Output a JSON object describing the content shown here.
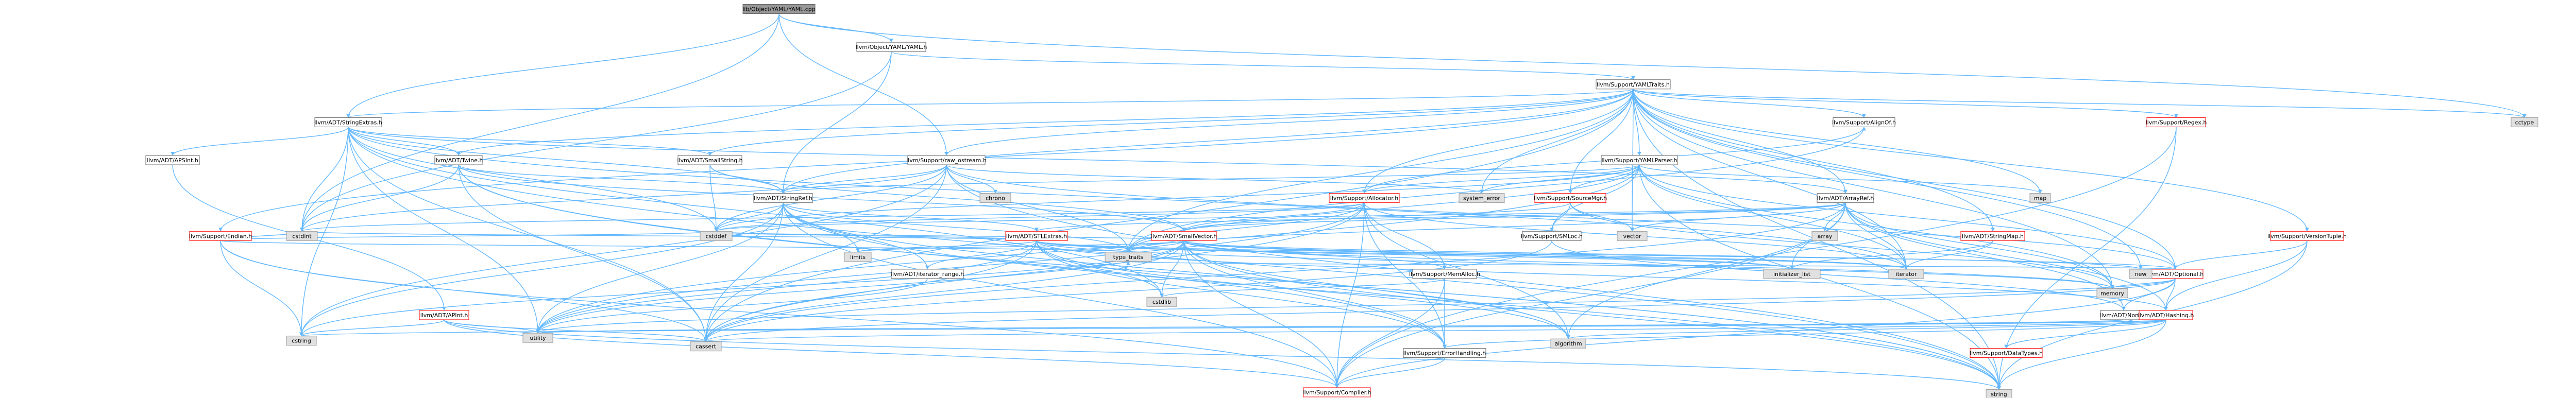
{
  "graph": {
    "title": "",
    "root": "lib/Object/YAML/YAML.cpp",
    "colors": {
      "root_fill": "#999999",
      "root_border": "#666666",
      "node_fill": "#ffffff",
      "node_border": "#666666",
      "red_border": "#ff0000",
      "external_fill": "#e0e0e0",
      "external_border": "#999999",
      "edge": "#63B8FF"
    },
    "nodes": [
      {
        "id": "yaml_cpp",
        "label": "lib/Object/YAML/YAML.cpp",
        "style": "root"
      },
      {
        "id": "object_yaml",
        "label": "llvm/Object/YAML/YAML.h",
        "style": "normal"
      },
      {
        "id": "yamltraits",
        "label": "llvm/Support/YAMLTraits.h",
        "style": "normal"
      },
      {
        "id": "stringextras",
        "label": "llvm/ADT/StringExtras.h",
        "style": "normal"
      },
      {
        "id": "apsint",
        "label": "llvm/ADT/APSInt.h",
        "style": "normal"
      },
      {
        "id": "twine",
        "label": "llvm/ADT/Twine.h",
        "style": "normal"
      },
      {
        "id": "smallstring",
        "label": "llvm/ADT/SmallString.h",
        "style": "normal"
      },
      {
        "id": "raw_ostream",
        "label": "llvm/Support/raw_ostream.h",
        "style": "normal"
      },
      {
        "id": "stringref",
        "label": "llvm/ADT/StringRef.h",
        "style": "normal"
      },
      {
        "id": "endian",
        "label": "llvm/Support/Endian.h",
        "style": "red"
      },
      {
        "id": "apint",
        "label": "llvm/ADT/APInt.h",
        "style": "red"
      },
      {
        "id": "stlextras",
        "label": "llvm/ADT/STLExtras.h",
        "style": "red"
      },
      {
        "id": "allocator",
        "label": "llvm/Support/Allocator.h",
        "style": "red"
      },
      {
        "id": "smallvector",
        "label": "llvm/ADT/SmallVector.h",
        "style": "red"
      },
      {
        "id": "iterator_range",
        "label": "llvm/ADT/iterator_range.h",
        "style": "normal"
      },
      {
        "id": "memalloc",
        "label": "llvm/Support/MemAlloc.h",
        "style": "normal"
      },
      {
        "id": "sourcemgr",
        "label": "llvm/Support/SourceMgr.h",
        "style": "red"
      },
      {
        "id": "smloc",
        "label": "llvm/Support/SMLoc.h",
        "style": "normal"
      },
      {
        "id": "yamlparser",
        "label": "llvm/Support/YAMLParser.h",
        "style": "normal"
      },
      {
        "id": "arrayref",
        "label": "llvm/ADT/ArrayRef.h",
        "style": "normal"
      },
      {
        "id": "stringmap",
        "label": "llvm/ADT/StringMap.h",
        "style": "red"
      },
      {
        "id": "alignof",
        "label": "llvm/Support/AlignOf.h",
        "style": "normal"
      },
      {
        "id": "optional",
        "label": "llvm/ADT/Optional.h",
        "style": "red"
      },
      {
        "id": "none",
        "label": "llvm/ADT/None.h",
        "style": "normal"
      },
      {
        "id": "hashing",
        "label": "llvm/ADT/Hashing.h",
        "style": "red"
      },
      {
        "id": "errorhandling",
        "label": "llvm/Support/ErrorHandling.h",
        "style": "normal"
      },
      {
        "id": "datatypes",
        "label": "llvm/Support/DataTypes.h",
        "style": "red"
      },
      {
        "id": "compiler",
        "label": "llvm/Support/Compiler.h",
        "style": "red"
      },
      {
        "id": "versiontuple",
        "label": "llvm/Support/VersionTuple.h",
        "style": "red"
      },
      {
        "id": "regex",
        "label": "llvm/Support/Regex.h",
        "style": "red"
      },
      {
        "id": "cctype",
        "label": "cctype",
        "style": "external"
      },
      {
        "id": "chrono",
        "label": "chrono",
        "style": "external"
      },
      {
        "id": "system_error",
        "label": "system_error",
        "style": "external"
      },
      {
        "id": "map",
        "label": "map",
        "style": "external"
      },
      {
        "id": "vector",
        "label": "vector",
        "style": "external"
      },
      {
        "id": "array",
        "label": "array",
        "style": "external"
      },
      {
        "id": "cstdint",
        "label": "cstdint",
        "style": "external"
      },
      {
        "id": "cstddef",
        "label": "cstddef",
        "style": "external"
      },
      {
        "id": "limits",
        "label": "limits",
        "style": "external"
      },
      {
        "id": "type_traits",
        "label": "type_traits",
        "style": "external"
      },
      {
        "id": "initializer_list",
        "label": "initializer_list",
        "style": "external"
      },
      {
        "id": "iterator",
        "label": "iterator",
        "style": "external"
      },
      {
        "id": "memory",
        "label": "memory",
        "style": "external"
      },
      {
        "id": "new",
        "label": "new",
        "style": "external"
      },
      {
        "id": "cstdlib",
        "label": "cstdlib",
        "style": "external"
      },
      {
        "id": "cstring",
        "label": "cstring",
        "style": "external"
      },
      {
        "id": "utility",
        "label": "utility",
        "style": "external"
      },
      {
        "id": "cassert",
        "label": "cassert",
        "style": "external"
      },
      {
        "id": "algorithm",
        "label": "algorithm",
        "style": "external"
      },
      {
        "id": "string",
        "label": "string",
        "style": "external"
      }
    ],
    "edges": [
      [
        "yaml_cpp",
        "object_yaml"
      ],
      [
        "yaml_cpp",
        "stringextras"
      ],
      [
        "yaml_cpp",
        "raw_ostream"
      ],
      [
        "yaml_cpp",
        "cctype"
      ],
      [
        "yaml_cpp",
        "cstdint"
      ],
      [
        "object_yaml",
        "stringref"
      ],
      [
        "object_yaml",
        "yamltraits"
      ],
      [
        "object_yaml",
        "cstdint"
      ],
      [
        "yamltraits",
        "alignof"
      ],
      [
        "yamltraits",
        "allocator"
      ],
      [
        "yamltraits",
        "endian"
      ],
      [
        "yamltraits",
        "sourcemgr"
      ],
      [
        "yamltraits",
        "yamlparser"
      ],
      [
        "yamltraits",
        "regex"
      ],
      [
        "yamltraits",
        "versiontuple"
      ],
      [
        "yamltraits",
        "optional"
      ],
      [
        "yamltraits",
        "stringmap"
      ],
      [
        "yamltraits",
        "arrayref"
      ],
      [
        "yamltraits",
        "smallstring"
      ],
      [
        "yamltraits",
        "stringextras"
      ],
      [
        "yamltraits",
        "stringref"
      ],
      [
        "yamltraits",
        "twine"
      ],
      [
        "yamltraits",
        "raw_ostream"
      ],
      [
        "yamltraits",
        "map"
      ],
      [
        "yamltraits",
        "vector"
      ],
      [
        "yamltraits",
        "system_error"
      ],
      [
        "yamltraits",
        "memory"
      ],
      [
        "yamltraits",
        "new"
      ],
      [
        "yamltraits",
        "string"
      ],
      [
        "yamltraits",
        "cassert"
      ],
      [
        "yamltraits",
        "type_traits"
      ],
      [
        "yamltraits",
        "cctype"
      ],
      [
        "yamltraits",
        "iterator"
      ],
      [
        "stringextras",
        "apsint"
      ],
      [
        "stringextras",
        "arrayref"
      ],
      [
        "stringextras",
        "smallstring"
      ],
      [
        "stringextras",
        "stringref"
      ],
      [
        "stringextras",
        "twine"
      ],
      [
        "stringextras",
        "cassert"
      ],
      [
        "stringextras",
        "cstddef"
      ],
      [
        "stringextras",
        "cstdint"
      ],
      [
        "stringextras",
        "cstdlib"
      ],
      [
        "stringextras",
        "cstring"
      ],
      [
        "stringextras",
        "iterator"
      ],
      [
        "stringextras",
        "string"
      ],
      [
        "stringextras",
        "utility"
      ],
      [
        "apsint",
        "apint"
      ],
      [
        "apint",
        "compiler"
      ],
      [
        "apint",
        "cassert"
      ],
      [
        "apint",
        "cstring"
      ],
      [
        "apint",
        "utility"
      ],
      [
        "apint",
        "string"
      ],
      [
        "twine",
        "smallvector"
      ],
      [
        "twine",
        "stringref"
      ],
      [
        "twine",
        "errorhandling"
      ],
      [
        "twine",
        "cassert"
      ],
      [
        "twine",
        "cstdint"
      ],
      [
        "twine",
        "string"
      ],
      [
        "twine",
        "string"
      ],
      [
        "smallstring",
        "smallvector"
      ],
      [
        "smallstring",
        "stringref"
      ],
      [
        "smallstring",
        "cstddef"
      ],
      [
        "raw_ostream",
        "stringref"
      ],
      [
        "raw_ostream",
        "chrono"
      ],
      [
        "raw_ostream",
        "cassert"
      ],
      [
        "raw_ostream",
        "cstddef"
      ],
      [
        "raw_ostream",
        "cstdint"
      ],
      [
        "raw_ostream",
        "cstring"
      ],
      [
        "raw_ostream",
        "optional"
      ],
      [
        "raw_ostream",
        "string"
      ],
      [
        "raw_ostream",
        "system_error"
      ],
      [
        "raw_ostream",
        "type_traits"
      ],
      [
        "stringref",
        "stlextras"
      ],
      [
        "stringref",
        "iterator_range"
      ],
      [
        "stringref",
        "compiler"
      ],
      [
        "stringref",
        "algorithm"
      ],
      [
        "stringref",
        "cassert"
      ],
      [
        "stringref",
        "cstddef"
      ],
      [
        "stringref",
        "cstring"
      ],
      [
        "stringref",
        "limits"
      ],
      [
        "stringref",
        "string"
      ],
      [
        "stringref",
        "type_traits"
      ],
      [
        "stringref",
        "utility"
      ],
      [
        "endian",
        "compiler"
      ],
      [
        "endian",
        "cassert"
      ],
      [
        "endian",
        "cstddef"
      ],
      [
        "endian",
        "cstdint"
      ],
      [
        "endian",
        "cstring"
      ],
      [
        "endian",
        "type_traits"
      ],
      [
        "stlextras",
        "iterator_range"
      ],
      [
        "stlextras",
        "errorhandling"
      ],
      [
        "stlextras",
        "algorithm"
      ],
      [
        "stlextras",
        "cassert"
      ],
      [
        "stlextras",
        "cstddef"
      ],
      [
        "stlextras",
        "cstdint"
      ],
      [
        "stlextras",
        "cstdlib"
      ],
      [
        "stlextras",
        "initializer_list"
      ],
      [
        "stlextras",
        "iterator"
      ],
      [
        "stlextras",
        "limits"
      ],
      [
        "stlextras",
        "memory"
      ],
      [
        "stlextras",
        "type_traits"
      ],
      [
        "stlextras",
        "utility"
      ],
      [
        "stlextras",
        "optional"
      ],
      [
        "stlextras",
        "hashing"
      ],
      [
        "allocator",
        "smallvector"
      ],
      [
        "allocator",
        "alignof"
      ],
      [
        "allocator",
        "compiler"
      ],
      [
        "allocator",
        "errorhandling"
      ],
      [
        "allocator",
        "memalloc"
      ],
      [
        "allocator",
        "algorithm"
      ],
      [
        "allocator",
        "cassert"
      ],
      [
        "allocator",
        "cstddef"
      ],
      [
        "allocator",
        "cstdint"
      ],
      [
        "allocator",
        "iterator"
      ],
      [
        "allocator",
        "type_traits"
      ],
      [
        "allocator",
        "utility"
      ],
      [
        "smallvector",
        "compiler"
      ],
      [
        "smallvector",
        "errorhandling"
      ],
      [
        "smallvector",
        "memalloc"
      ],
      [
        "smallvector",
        "algorithm"
      ],
      [
        "smallvector",
        "cassert"
      ],
      [
        "smallvector",
        "cstddef"
      ],
      [
        "smallvector",
        "cstdlib"
      ],
      [
        "smallvector",
        "cstring"
      ],
      [
        "smallvector",
        "initializer_list"
      ],
      [
        "smallvector",
        "iterator"
      ],
      [
        "smallvector",
        "limits"
      ],
      [
        "smallvector",
        "memory"
      ],
      [
        "smallvector",
        "new"
      ],
      [
        "smallvector",
        "type_traits"
      ],
      [
        "smallvector",
        "utility"
      ],
      [
        "smallvector",
        "string"
      ],
      [
        "iterator_range",
        "utility"
      ],
      [
        "memalloc",
        "compiler"
      ],
      [
        "memalloc",
        "errorhandling"
      ],
      [
        "memalloc",
        "cstdlib"
      ],
      [
        "sourcemgr",
        "smloc"
      ],
      [
        "sourcemgr",
        "vector"
      ],
      [
        "sourcemgr",
        "smallvector"
      ],
      [
        "sourcemgr",
        "memory"
      ],
      [
        "smloc",
        "cassert"
      ],
      [
        "smloc",
        "none"
      ],
      [
        "yamlparser",
        "smloc"
      ],
      [
        "yamlparser",
        "sourcemgr"
      ],
      [
        "yamlparser",
        "allocator"
      ],
      [
        "yamlparser",
        "stringref"
      ],
      [
        "yamlparser",
        "cstddef"
      ],
      [
        "yamlparser",
        "iterator"
      ],
      [
        "yamlparser",
        "map"
      ],
      [
        "yamlparser",
        "memory"
      ],
      [
        "yamlparser",
        "optional"
      ],
      [
        "yamlparser",
        "string"
      ],
      [
        "yamlparser",
        "system_error"
      ],
      [
        "yamlparser",
        "utility"
      ],
      [
        "yamlparser",
        "type_traits"
      ],
      [
        "arrayref",
        "hashing"
      ],
      [
        "arrayref",
        "none"
      ],
      [
        "arrayref",
        "smallvector"
      ],
      [
        "arrayref",
        "stlextras"
      ],
      [
        "arrayref",
        "compiler"
      ],
      [
        "arrayref",
        "algorithm"
      ],
      [
        "arrayref",
        "array"
      ],
      [
        "arrayref",
        "cassert"
      ],
      [
        "arrayref",
        "cstddef"
      ],
      [
        "arrayref",
        "initializer_list"
      ],
      [
        "arrayref",
        "iterator"
      ],
      [
        "arrayref",
        "memory"
      ],
      [
        "arrayref",
        "type_traits"
      ],
      [
        "arrayref",
        "vector"
      ],
      [
        "stringmap",
        "iterator"
      ],
      [
        "stringmap",
        "initializer_list"
      ],
      [
        "alignof",
        "type_traits"
      ],
      [
        "optional",
        "hashing"
      ],
      [
        "optional",
        "none"
      ],
      [
        "optional",
        "compiler"
      ],
      [
        "optional",
        "cassert"
      ],
      [
        "optional",
        "memory"
      ],
      [
        "optional",
        "new"
      ],
      [
        "optional",
        "utility"
      ],
      [
        "optional",
        "type_traits"
      ],
      [
        "none",
        "utility"
      ],
      [
        "hashing",
        "errorhandling"
      ],
      [
        "hashing",
        "datatypes"
      ],
      [
        "hashing",
        "algorithm"
      ],
      [
        "hashing",
        "cassert"
      ],
      [
        "hashing",
        "cstring"
      ],
      [
        "hashing",
        "string"
      ],
      [
        "hashing",
        "utility"
      ],
      [
        "errorhandling",
        "compiler"
      ],
      [
        "versiontuple",
        "hashing"
      ],
      [
        "versiontuple",
        "optional"
      ],
      [
        "versiontuple",
        "string"
      ],
      [
        "regex",
        "compiler"
      ],
      [
        "regex",
        "string"
      ]
    ]
  }
}
